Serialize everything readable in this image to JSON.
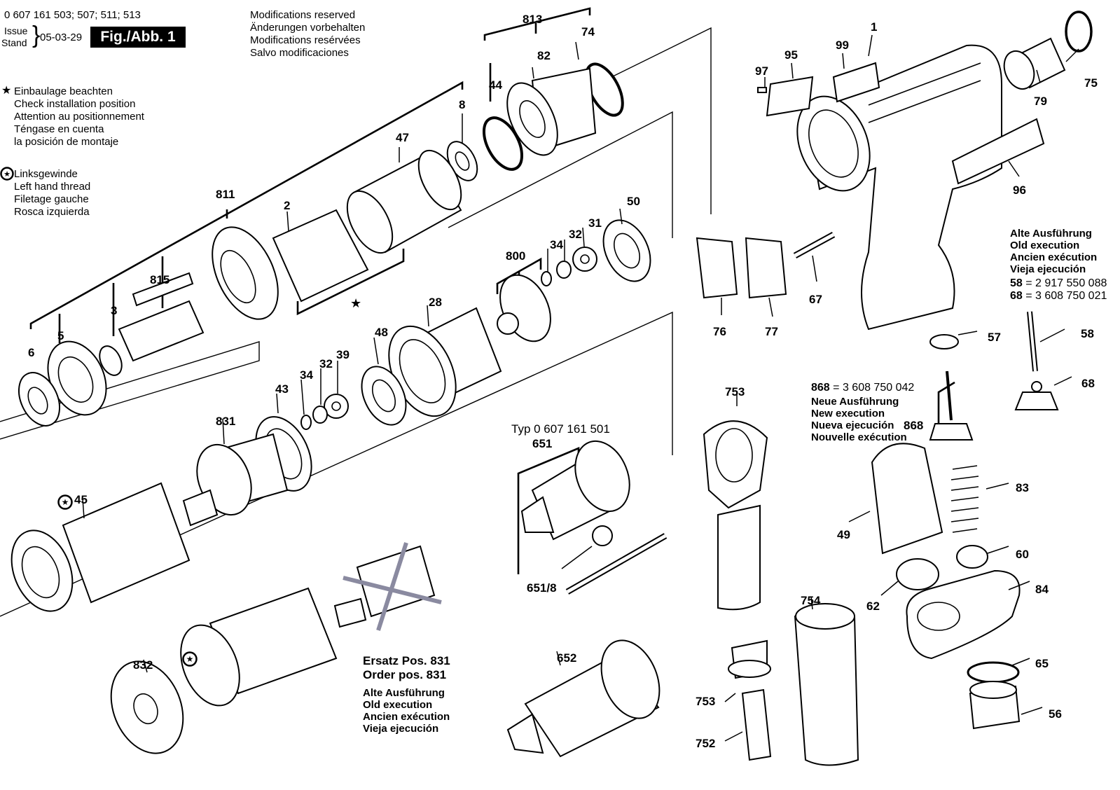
{
  "header": {
    "part_numbers": "0 607 161 503; 507; 511; 513",
    "issue_label": "Issue",
    "stand_label": "Stand",
    "date": "05-03-29",
    "figure_label": "Fig./Abb. 1"
  },
  "modifications": [
    "Modifications reserved",
    "Änderungen vorbehalten",
    "Modifications resérvées",
    "Salvo modificaciones"
  ],
  "installation_note": [
    "Einbaulage beachten",
    "Check installation position",
    "Attention au positionnement",
    "Téngase en cuenta",
    "la posición de montaje"
  ],
  "left_thread_note": [
    "Linksgewinde",
    "Left hand thread",
    "Filetage gauche",
    "Rosca izquierda"
  ],
  "old_execution_right": {
    "lines": [
      "Alte Ausführung",
      "Old execution",
      "Ancien exécution",
      "Vieja ejecución"
    ],
    "refs": [
      {
        "pos": "58",
        "part": "= 2 917 550 088"
      },
      {
        "pos": "68",
        "part": "= 3 608 750 021"
      }
    ]
  },
  "new_execution": {
    "ref_pos": "868",
    "ref_part": "= 3 608 750 042",
    "lines": [
      "Neue Ausführung",
      "New execution",
      "Nueva ejecución",
      "Nouvelle exécution"
    ]
  },
  "typ_label": "Typ 0 607 161 501",
  "replacement_note": {
    "lines": [
      "Ersatz Pos. 831",
      "Order pos. 831"
    ],
    "old_lines": [
      "Alte Ausführung",
      "Old execution",
      "Ancien exécution",
      "Vieja ejecución"
    ]
  },
  "labels": [
    "813",
    "74",
    "82",
    "44",
    "8",
    "47",
    "811",
    "2",
    "815",
    "3",
    "5",
    "6",
    "50",
    "31",
    "32",
    "34",
    "800",
    "28",
    "48",
    "39",
    "32",
    "34",
    "43",
    "831",
    "45",
    "832",
    "651",
    "651/8",
    "652",
    "1",
    "99",
    "95",
    "97",
    "75",
    "79",
    "96",
    "76",
    "77",
    "67",
    "57",
    "58",
    "68",
    "868",
    "753",
    "83",
    "49",
    "60",
    "62",
    "84",
    "754",
    "65",
    "56",
    "753",
    "752"
  ]
}
